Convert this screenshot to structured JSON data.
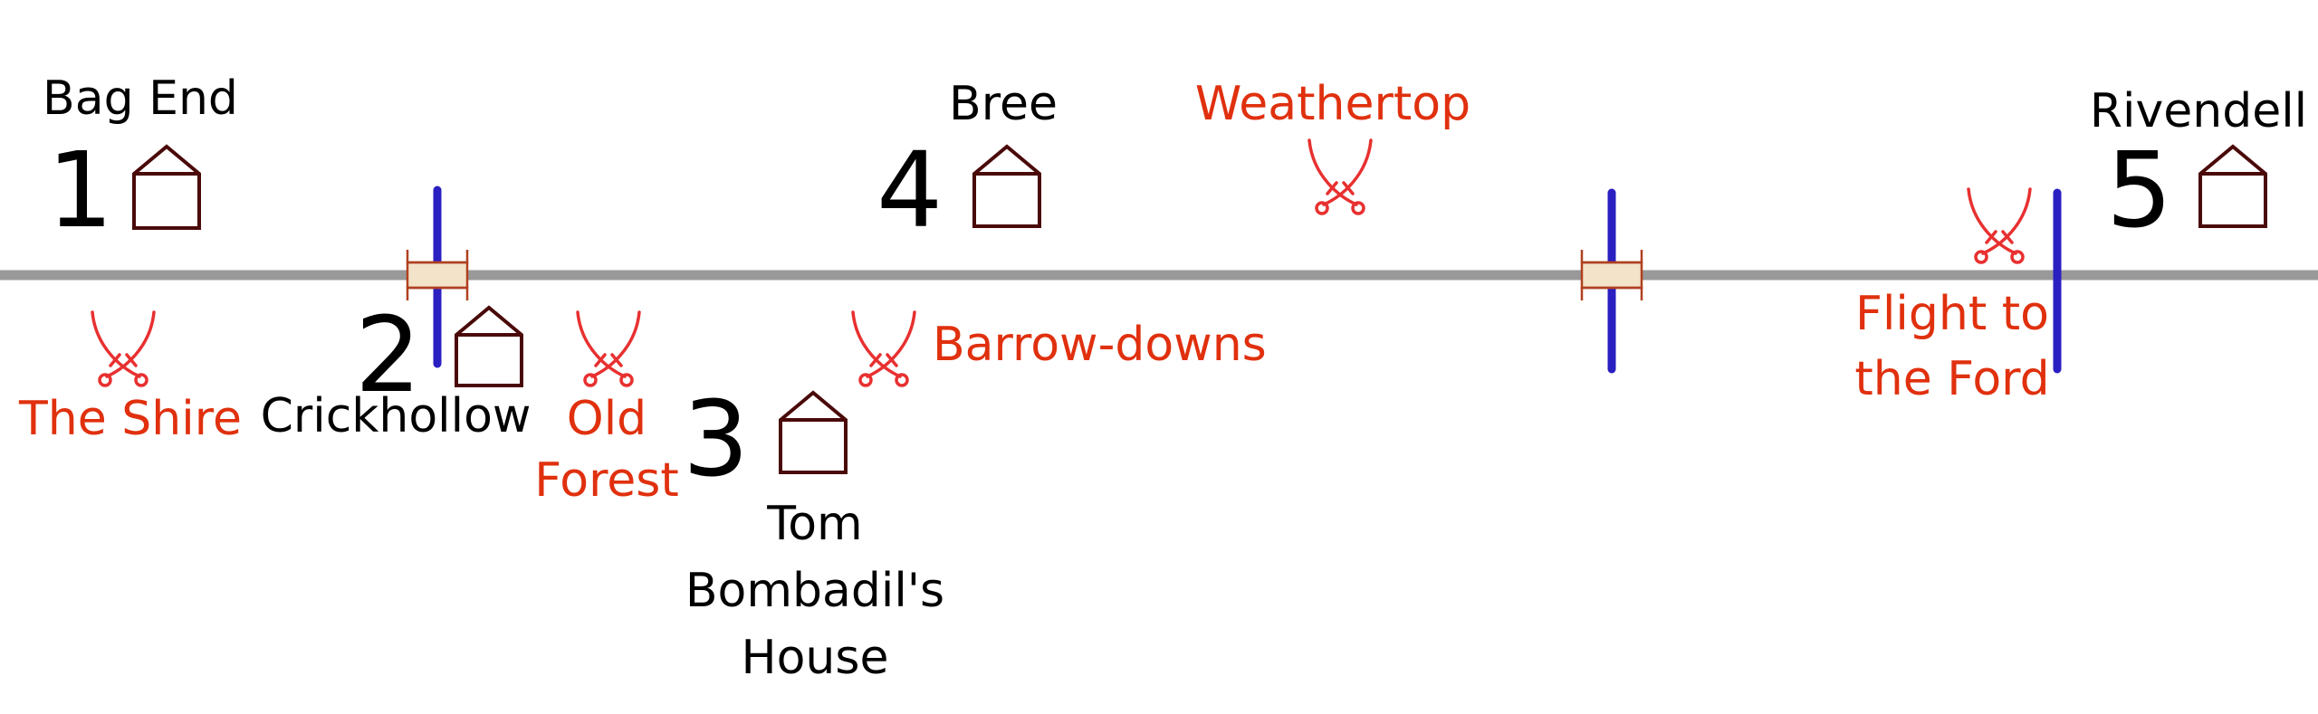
{
  "colors": {
    "road": "#999999",
    "river": "#2a1fc0",
    "place_text": "#000000",
    "danger_text": "#e0300e",
    "house_outline": "#4a0a0a",
    "sword": "#e83030",
    "bridge_fill": "#f3e3c8"
  },
  "icons": {
    "house": "house-icon",
    "danger": "crossed-swords-icon",
    "river": "river-line",
    "bridge": "bridge-icon"
  },
  "places": [
    {
      "number": "1",
      "name": [
        "Bag End"
      ]
    },
    {
      "number": "2",
      "name": [
        "Crickhollow"
      ]
    },
    {
      "number": "3",
      "name": [
        "Tom",
        "Bombadil's",
        "House"
      ]
    },
    {
      "number": "4",
      "name": [
        "Bree"
      ]
    },
    {
      "number": "5",
      "name": [
        "Rivendell"
      ]
    }
  ],
  "dangers": [
    {
      "name": [
        "The Shire"
      ]
    },
    {
      "name": [
        "Old",
        "Forest"
      ]
    },
    {
      "name": [
        "Barrow-downs"
      ]
    },
    {
      "name": [
        "Weathertop"
      ]
    },
    {
      "name": [
        "Flight to",
        "the Ford"
      ]
    }
  ]
}
